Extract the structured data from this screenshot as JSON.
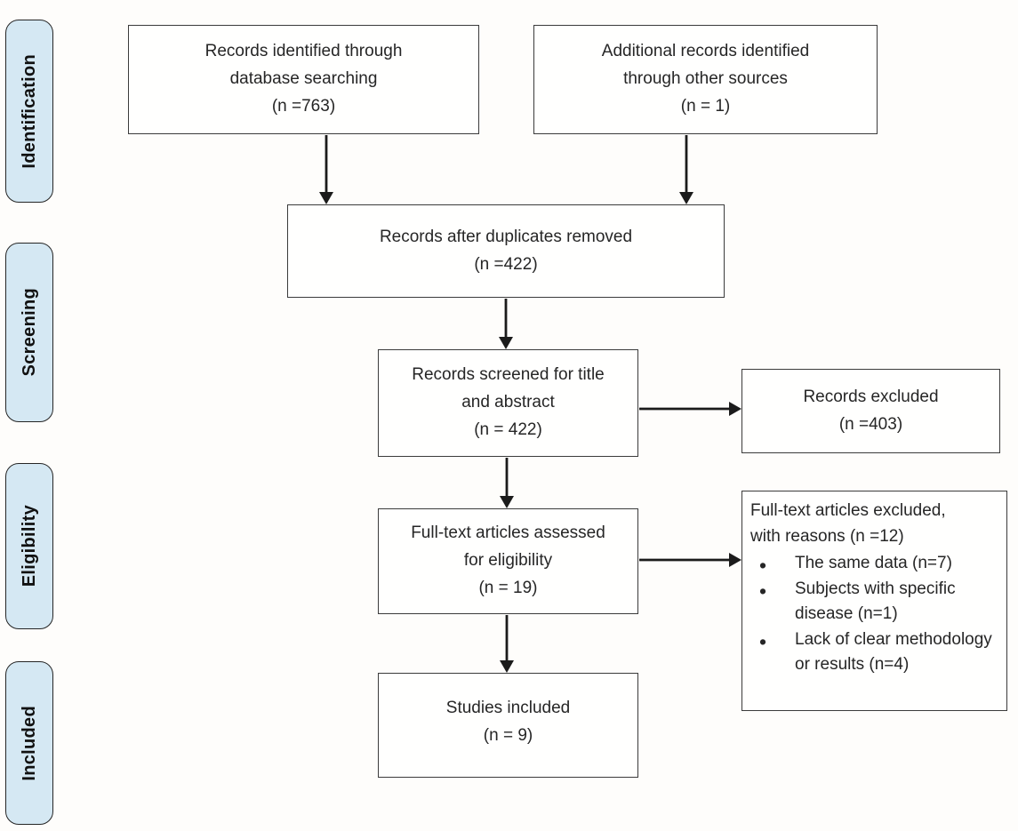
{
  "diagram": {
    "type": "prisma-flow",
    "stages": [
      {
        "id": "identification",
        "label": "Identification"
      },
      {
        "id": "screening",
        "label": "Screening"
      },
      {
        "id": "eligibility",
        "label": "Eligibility"
      },
      {
        "id": "included",
        "label": "Included"
      }
    ],
    "boxes": {
      "db_search": {
        "lines": [
          "Records identified through",
          "database searching",
          "(n =763)"
        ]
      },
      "other_sources": {
        "lines": [
          "Additional records identified",
          "through other sources",
          "(n = 1)"
        ]
      },
      "duplicates_removed": {
        "lines": [
          "Records after duplicates removed",
          "(n =422)"
        ]
      },
      "screened": {
        "lines": [
          "Records screened for title",
          "and abstract",
          "(n = 422)"
        ]
      },
      "records_excluded": {
        "lines": [
          "Records excluded",
          "(n =403)"
        ]
      },
      "fulltext_assessed": {
        "lines": [
          "Full-text articles assessed",
          "for eligibility",
          "(n = 19)"
        ]
      },
      "fulltext_excluded": {
        "title_lines": [
          "Full-text articles excluded,",
          "with reasons (n =12)"
        ],
        "bullets": [
          "The same data (n=7)",
          "Subjects with specific disease (n=1)",
          "Lack of clear methodology or results (n=4)"
        ]
      },
      "studies_included": {
        "lines": [
          "Studies included",
          "(n = 9)"
        ]
      }
    }
  },
  "colors": {
    "label_fill": "#d5e8f3",
    "label_border": "#252525",
    "box_border": "#3b3b3b",
    "arrow": "#1b1b1b",
    "text": "#262626",
    "background": "#fefdfb"
  }
}
